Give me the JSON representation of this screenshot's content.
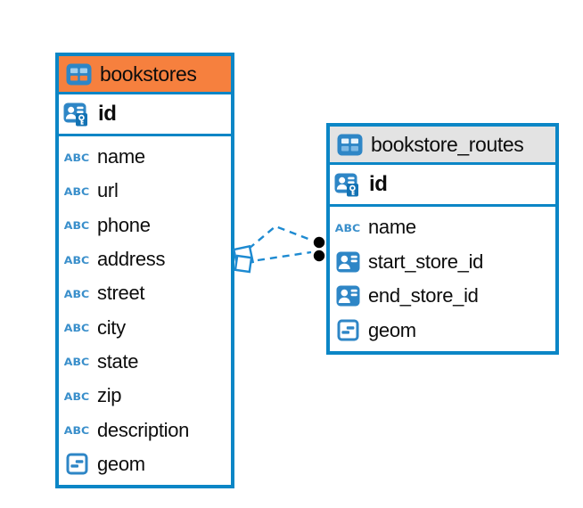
{
  "diagram": {
    "background": "#ffffff",
    "accent_blue": "#0b86c6",
    "line_blue": "#1d8ad1",
    "icons": {
      "text_type_label": "ABC"
    },
    "tables": [
      {
        "name": "bookstores",
        "header_color": "#f6803e",
        "highlighted": true,
        "primary_key": {
          "label": "id"
        },
        "columns": [
          {
            "label": "name",
            "type": "text"
          },
          {
            "label": "url",
            "type": "text"
          },
          {
            "label": "phone",
            "type": "text"
          },
          {
            "label": "address",
            "type": "text"
          },
          {
            "label": "street",
            "type": "text"
          },
          {
            "label": "city",
            "type": "text"
          },
          {
            "label": "state",
            "type": "text"
          },
          {
            "label": "zip",
            "type": "text"
          },
          {
            "label": "description",
            "type": "text"
          },
          {
            "label": "geom",
            "type": "geometry"
          }
        ]
      },
      {
        "name": "bookstore_routes",
        "header_color": "#e3e3e3",
        "highlighted": false,
        "primary_key": {
          "label": "id"
        },
        "columns": [
          {
            "label": "name",
            "type": "text"
          },
          {
            "label": "start_store_id",
            "type": "foreign-key"
          },
          {
            "label": "end_store_id",
            "type": "foreign-key"
          },
          {
            "label": "geom",
            "type": "geometry"
          }
        ]
      }
    ],
    "relationship": {
      "from_table": "bookstores",
      "to_table": "bookstore_routes",
      "line_style": "dashed",
      "connector_count": 2
    }
  }
}
